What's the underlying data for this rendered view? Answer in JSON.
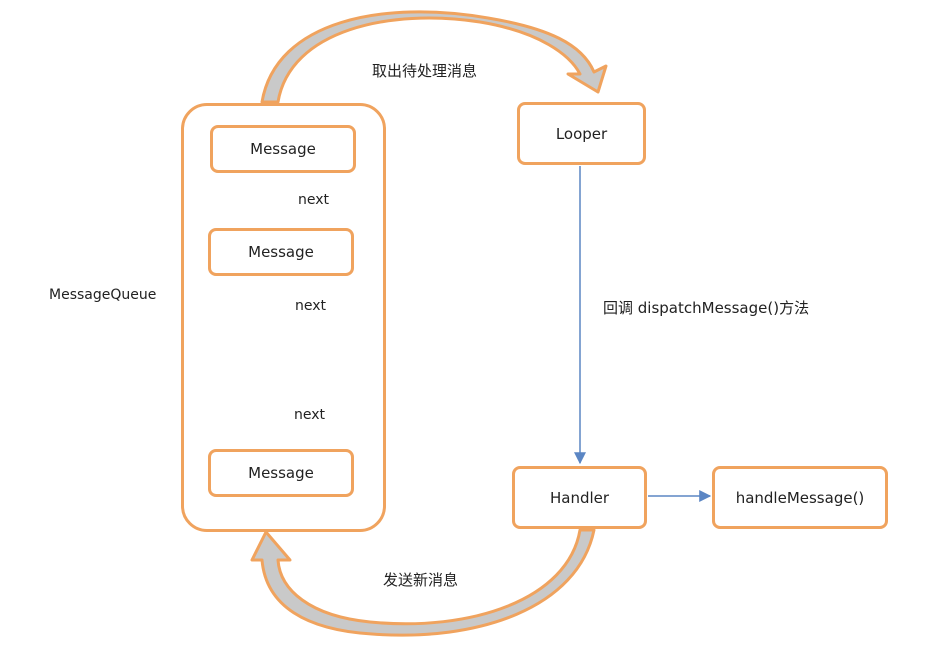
{
  "colors": {
    "box_border": "#f0a35e",
    "arrow_blue": "#5b86c4",
    "curve_fill": "#c9c9c9"
  },
  "queue": {
    "label": "MessageQueue",
    "messages": [
      "Message",
      "Message",
      "Message"
    ],
    "link_labels": [
      "next",
      "next",
      "next"
    ]
  },
  "looper": {
    "label": "Looper"
  },
  "handler": {
    "label": "Handler"
  },
  "handle_message": {
    "label": "handleMessage()"
  },
  "flows": {
    "take_message": "取出待处理消息",
    "dispatch": "回调 dispatchMessage()方法",
    "send_message": "发送新消息"
  }
}
